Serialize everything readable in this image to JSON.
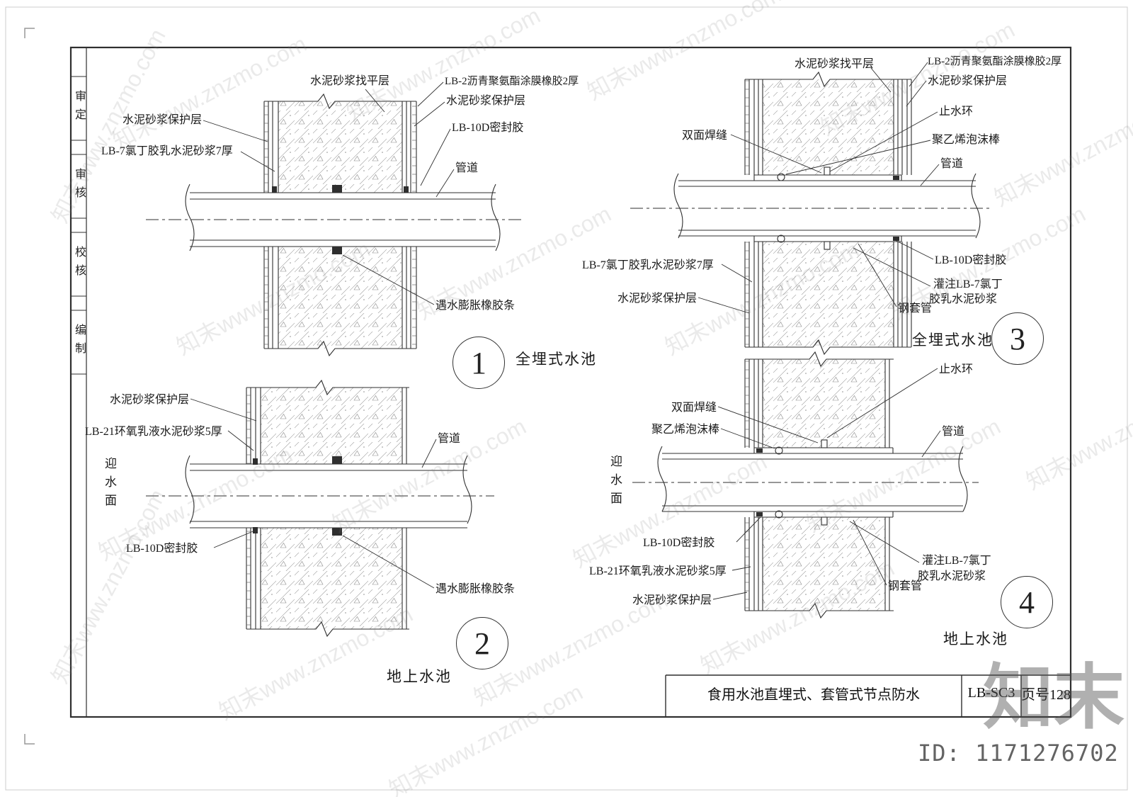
{
  "sidebar": {
    "items": [
      {
        "label": "审定"
      },
      {
        "label": "审核"
      },
      {
        "label": "校核"
      },
      {
        "label": "编制"
      }
    ]
  },
  "details": {
    "d1": {
      "number": "1",
      "caption": "全埋式水池",
      "labels": {
        "leveling": "水泥砂浆找平层",
        "membrane": "LB-2沥青聚氨酯涂膜橡胶2厚",
        "protect_right": "水泥砂浆保护层",
        "sealant": "LB-10D密封胶",
        "pipe": "管道",
        "protect_left": "水泥砂浆保护层",
        "mortar7": "LB-7氯丁胶乳水泥砂浆7厚",
        "rubber_strip": "遇水膨胀橡胶条"
      }
    },
    "d2": {
      "number": "2",
      "caption": "地上水池",
      "labels": {
        "protect": "水泥砂浆保护层",
        "epoxy": "LB-21环氧乳液水泥砂浆5厚",
        "water_face": "迎水面",
        "pipe": "管道",
        "sealant": "LB-10D密封胶",
        "rubber_strip": "遇水膨胀橡胶条"
      }
    },
    "d3": {
      "number": "3",
      "caption": "全埋式水池",
      "labels": {
        "leveling": "水泥砂浆找平层",
        "membrane": "LB-2沥青聚氨酯涂膜橡胶2厚",
        "protect_right": "水泥砂浆保护层",
        "waterstop": "止水环",
        "foam_rod": "聚乙烯泡沫棒",
        "pipe": "管道",
        "weld": "双面焊缝",
        "mortar7": "LB-7氯丁胶乳水泥砂浆7厚",
        "protect_left": "水泥砂浆保护层",
        "sealant": "LB-10D密封胶",
        "grout_line1": "灌注LB-7氯丁",
        "grout_line2": "胶乳水泥砂浆",
        "sleeve": "钢套管"
      }
    },
    "d4": {
      "number": "4",
      "caption": "地上水池",
      "labels": {
        "waterstop": "止水环",
        "weld": "双面焊缝",
        "foam_rod": "聚乙烯泡沫棒",
        "pipe": "管道",
        "water_face": "迎水面",
        "sealant": "LB-10D密封胶",
        "epoxy": "LB-21环氧乳液水泥砂浆5厚",
        "protect": "水泥砂浆保护层",
        "grout_line1": "灌注LB-7氯丁",
        "grout_line2": "胶乳水泥砂浆",
        "sleeve": "钢套管"
      }
    }
  },
  "title_block": {
    "title": "食用水池直埋式、套管式节点防水",
    "drawing_no": "LB-SC3",
    "page_no": "页号128"
  },
  "watermark": {
    "text": "知末www.znzmo.com",
    "logo": "知末",
    "id_text": "ID: 1171276702"
  }
}
